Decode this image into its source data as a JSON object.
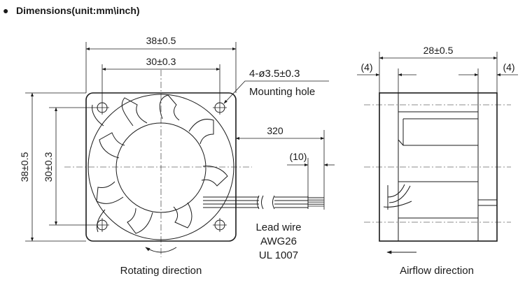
{
  "header": {
    "bullet": "●",
    "title": "Dimensions(unit:mm\\inch)"
  },
  "front_view": {
    "overall_width": "38±0.5",
    "hole_pitch_width": "30±0.3",
    "overall_height": "38±0.5",
    "hole_pitch_height": "30±0.3",
    "hole_spec": "4-ø3.5±0.3",
    "hole_label": "Mounting hole",
    "lead_length": "320",
    "strip_length": "(10)",
    "lead_wire": [
      "Lead wire",
      "AWG26",
      "UL 1007"
    ],
    "rotation_label": "Rotating direction"
  },
  "side_view": {
    "depth": "28±0.5",
    "left_flange": "(4)",
    "right_flange": "(4)",
    "airflow_label": "Airflow direction"
  }
}
